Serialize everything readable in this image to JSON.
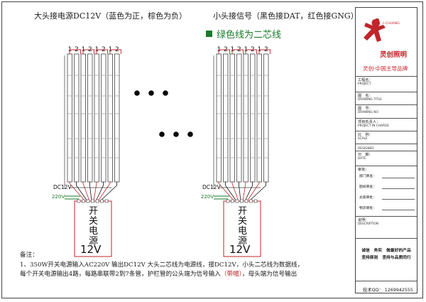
{
  "header": {
    "left": "大头接电源DC12V（蓝色为正，棕色为负）",
    "right": "小头接信号（黑色接DAT，红色接GNG）",
    "legend": "绿色线为二芯线"
  },
  "strip_labels": [
    "1",
    "2",
    "1",
    "2",
    "1",
    "2",
    "1",
    "2"
  ],
  "power": {
    "dc_label": "DC12V",
    "ac_label": "220V",
    "psu_text": [
      "开",
      "关",
      "电",
      "源"
    ],
    "psu_voltage": "12V"
  },
  "notes": {
    "title": "备注：",
    "line1": "1、350W开关电源输入AC220V      输出DC12V      大头二芯线为电源线，接DC12V，小头二芯线为数据线，",
    "line2_a": "每个开关电源输出4路，每路串联带2到7条管，护栏管的公头端为信号输入",
    "line2_red": "（带帽）",
    "line2_b": "，母头端为信号输出"
  },
  "panel": {
    "brand_cn": "灵创照明",
    "brand_en": "L-CHUANG",
    "slogan": "灵创-中国主导品牌",
    "rows": [
      {
        "cn": "工程名：",
        "en": "PROJECT"
      },
      {
        "cn": "图　名：",
        "en": "DRAWING TITLE"
      },
      {
        "cn": "图　号：",
        "en": "DRAWING NO"
      },
      {
        "cn": "项目负责人：",
        "en": "PROJECT IN CHARGE"
      },
      {
        "cn": "比　例：",
        "en": "SCALE"
      },
      {
        "cn": "",
        "en": "DESIGNED"
      },
      {
        "cn": "日　期：",
        "en": "DATE"
      }
    ],
    "approval_head": "审批：",
    "signatures": [
      "部门审查：",
      "图纸审查：",
      "总裁审批：",
      "物流审批："
    ],
    "desc_cn": "说明：",
    "desc_en": "DESCRIPTION",
    "motto1": "诚信　务实　做最好的产品",
    "motto2": "坚持原则　坚持与品质同行",
    "support": "技术QQ：  1269942555"
  }
}
